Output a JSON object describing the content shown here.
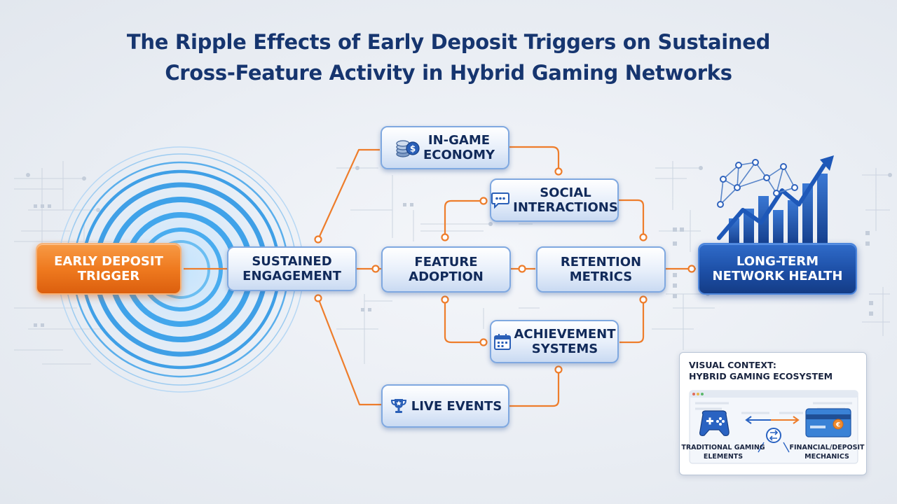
{
  "title": {
    "line1": "The Ripple Effects of Early Deposit Triggers on Sustained",
    "line2": "Cross-Feature Activity in Hybrid Gaming Networks"
  },
  "nodes": {
    "early_deposit": {
      "line1": "Early Deposit",
      "line2": "Trigger"
    },
    "sustained": {
      "line1": "Sustained",
      "line2": "Engagement"
    },
    "economy": {
      "line1": "In-Game",
      "line2": "Economy",
      "icon": "coins-icon"
    },
    "social": {
      "line1": "Social",
      "line2": "Interactions",
      "icon": "chat-bubble-icon"
    },
    "feature": {
      "line1": "Feature",
      "line2": "Adoption"
    },
    "retention": {
      "line1": "Retention",
      "line2": "Metrics"
    },
    "achievement": {
      "line1": "Achievement",
      "line2": "Systems",
      "icon": "calendar-icon"
    },
    "live_events": {
      "line1": "Live Events",
      "icon": "trophy-icon"
    },
    "network_health": {
      "line1": "Long-Term",
      "line2": "Network Health"
    }
  },
  "visual_context": {
    "title_line1": "VISUAL CONTEXT:",
    "title_line2": "HYBRID GAMING ECOSYSTEM",
    "left_label_line1": "TRADITIONAL GAMING",
    "left_label_line2": "ELEMENTS",
    "right_label_line1": "FINANCIAL/DEPOSIT",
    "right_label_line2": "MECHANICS",
    "left_icon": "gamepad-icon",
    "right_icon": "payment-card-icon",
    "center_icon": "exchange-icon"
  },
  "colors": {
    "title": "#16356f",
    "connector": "#ee7d2b",
    "ripple": "#3f9fe6",
    "accent_orange": "#ef7a1f",
    "accent_blue": "#1d4fa6"
  }
}
